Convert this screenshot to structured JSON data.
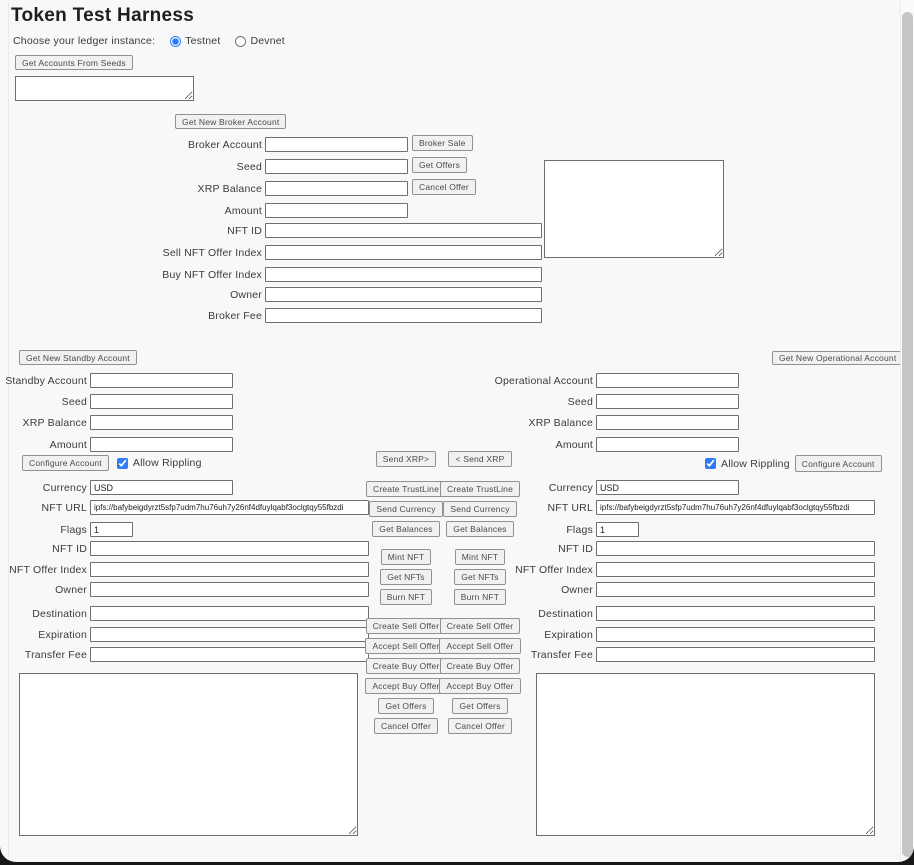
{
  "header": {
    "title": "Token Test Harness"
  },
  "ledger": {
    "label": "Choose your ledger instance:",
    "options": [
      {
        "label": "Testnet",
        "selected": true
      },
      {
        "label": "Devnet",
        "selected": false
      }
    ]
  },
  "top": {
    "get_accounts_button": "Get Accounts From Seeds"
  },
  "broker": {
    "get_new_button": "Get New Broker Account",
    "fields": [
      "Broker Account",
      "Seed",
      "XRP Balance",
      "Amount",
      "NFT ID",
      "Sell NFT Offer Index",
      "Buy NFT Offer Index",
      "Owner",
      "Broker Fee"
    ],
    "side_buttons": [
      "Broker Sale",
      "Get Offers",
      "Cancel Offer"
    ]
  },
  "standby": {
    "get_new_button": "Get New Standby Account",
    "configure_button": "Configure Account",
    "allow_rippling_label": "Allow Rippling",
    "allow_rippling_checked": true,
    "fields": [
      "Standby Account",
      "Seed",
      "XRP Balance",
      "Amount",
      "Currency",
      "NFT URL",
      "Flags",
      "NFT ID",
      "NFT Offer Index",
      "Owner",
      "Destination",
      "Expiration",
      "Transfer Fee"
    ],
    "values": {
      "currency": "USD",
      "nft_url": "ipfs://bafybeigdyrzt5sfp7udm7hu76uh7y26nf4dfuylqabf3oclgtqy55fbzdi",
      "flags": "1"
    }
  },
  "operational": {
    "get_new_button": "Get New Operational Account",
    "configure_button": "Configure Account",
    "allow_rippling_label": "Allow Rippling",
    "allow_rippling_checked": true,
    "fields": [
      "Operational Account",
      "Seed",
      "XRP Balance",
      "Amount",
      "Currency",
      "NFT URL",
      "Flags",
      "NFT ID",
      "NFT Offer Index",
      "Owner",
      "Destination",
      "Expiration",
      "Transfer Fee"
    ],
    "values": {
      "currency": "USD",
      "nft_url": "ipfs://bafybeigdyrzt5sfp7udm7hu76uh7y26nf4dfuylqabf3oclgtqy55fbzdi",
      "flags": "1"
    }
  },
  "actions": {
    "send_to_operational": "Send XRP>",
    "send_to_standby": "< Send XRP",
    "standby_column": [
      "Create TrustLine",
      "Send Currency",
      "Get Balances",
      "Mint NFT",
      "Get NFTs",
      "Burn NFT",
      "Create Sell Offer",
      "Accept Sell Offer",
      "Create Buy Offer",
      "Accept Buy Offer",
      "Get Offers",
      "Cancel Offer"
    ],
    "operational_column": [
      "Create TrustLine",
      "Send Currency",
      "Get Balances",
      "Mint NFT",
      "Get NFTs",
      "Burn NFT",
      "Create Sell Offer",
      "Accept Sell Offer",
      "Create Buy Offer",
      "Accept Buy Offer",
      "Get Offers",
      "Cancel Offer"
    ]
  },
  "colors": {
    "accent": "#2f7cf6",
    "page_bg": "#f8f8f8",
    "frame_bg": "#181818",
    "scrollbar_thumb": "#c6c6c6"
  }
}
